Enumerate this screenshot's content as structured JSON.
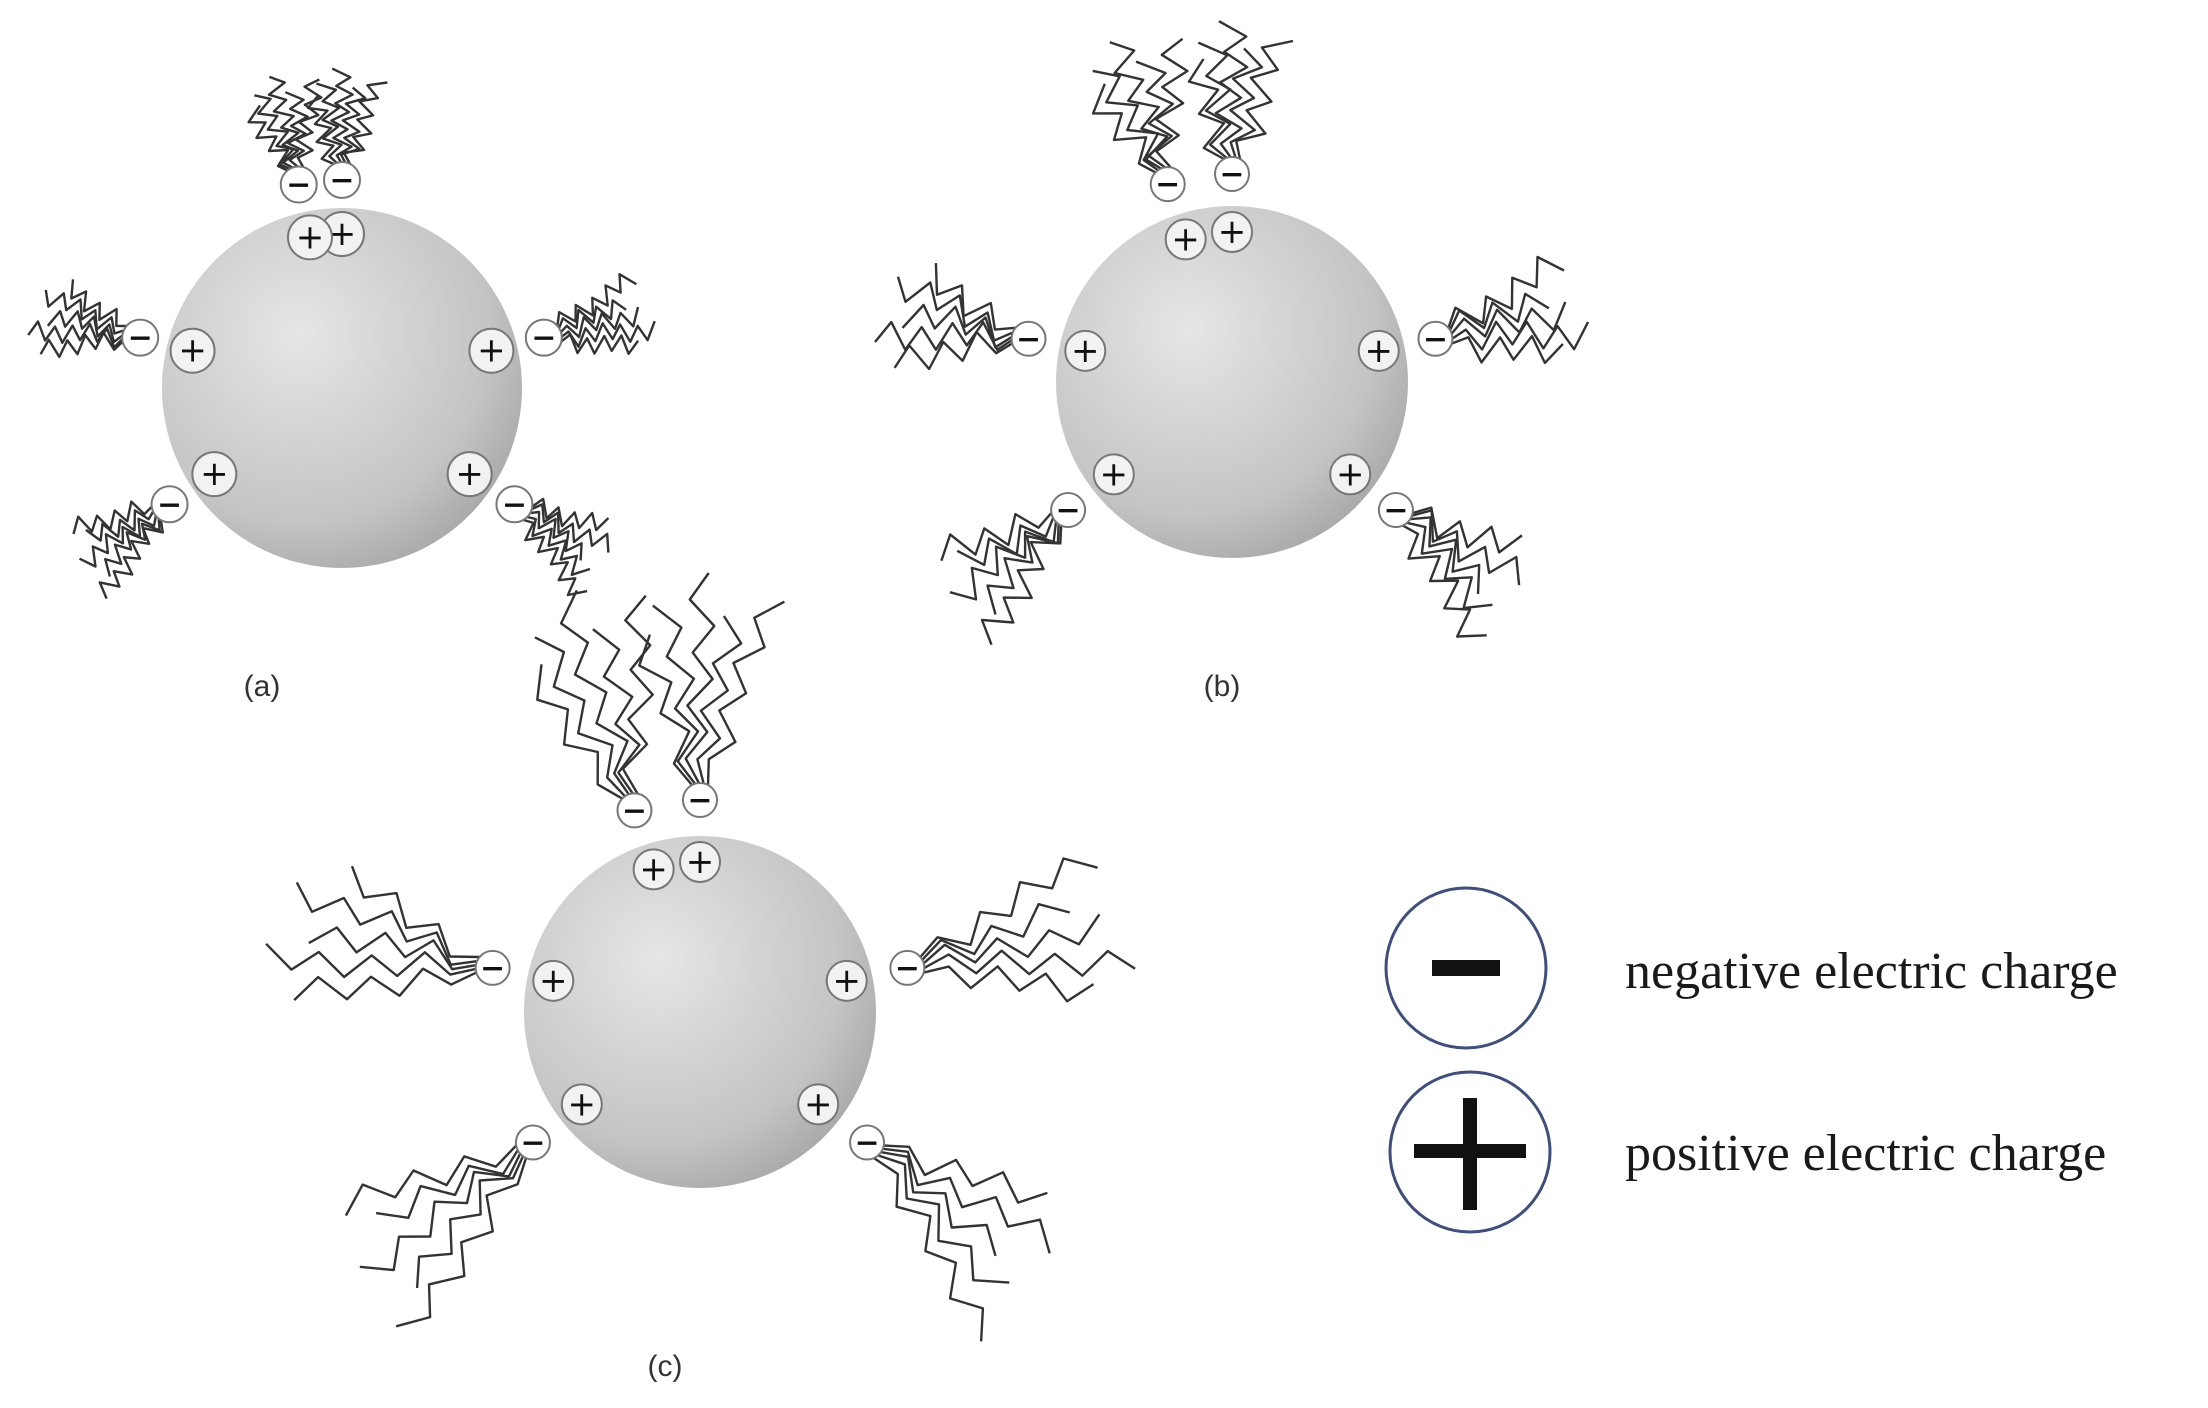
{
  "panels": [
    {
      "caption": "(a)",
      "tail_style": "short-fine"
    },
    {
      "caption": "(b)",
      "tail_style": "medium-zigzag"
    },
    {
      "caption": "(c)",
      "tail_style": "long-wavy"
    }
  ],
  "charge_symbols": {
    "positive": "+",
    "negative": "−"
  },
  "legend": [
    {
      "kind": "negative",
      "label": "negative electric charge"
    },
    {
      "kind": "positive",
      "label": "positive electric charge"
    }
  ],
  "colors": {
    "particle": "#c9c9c9",
    "tail": "#333333",
    "legend_ring": "#3f4f7a",
    "charge_ring": "#777777"
  }
}
